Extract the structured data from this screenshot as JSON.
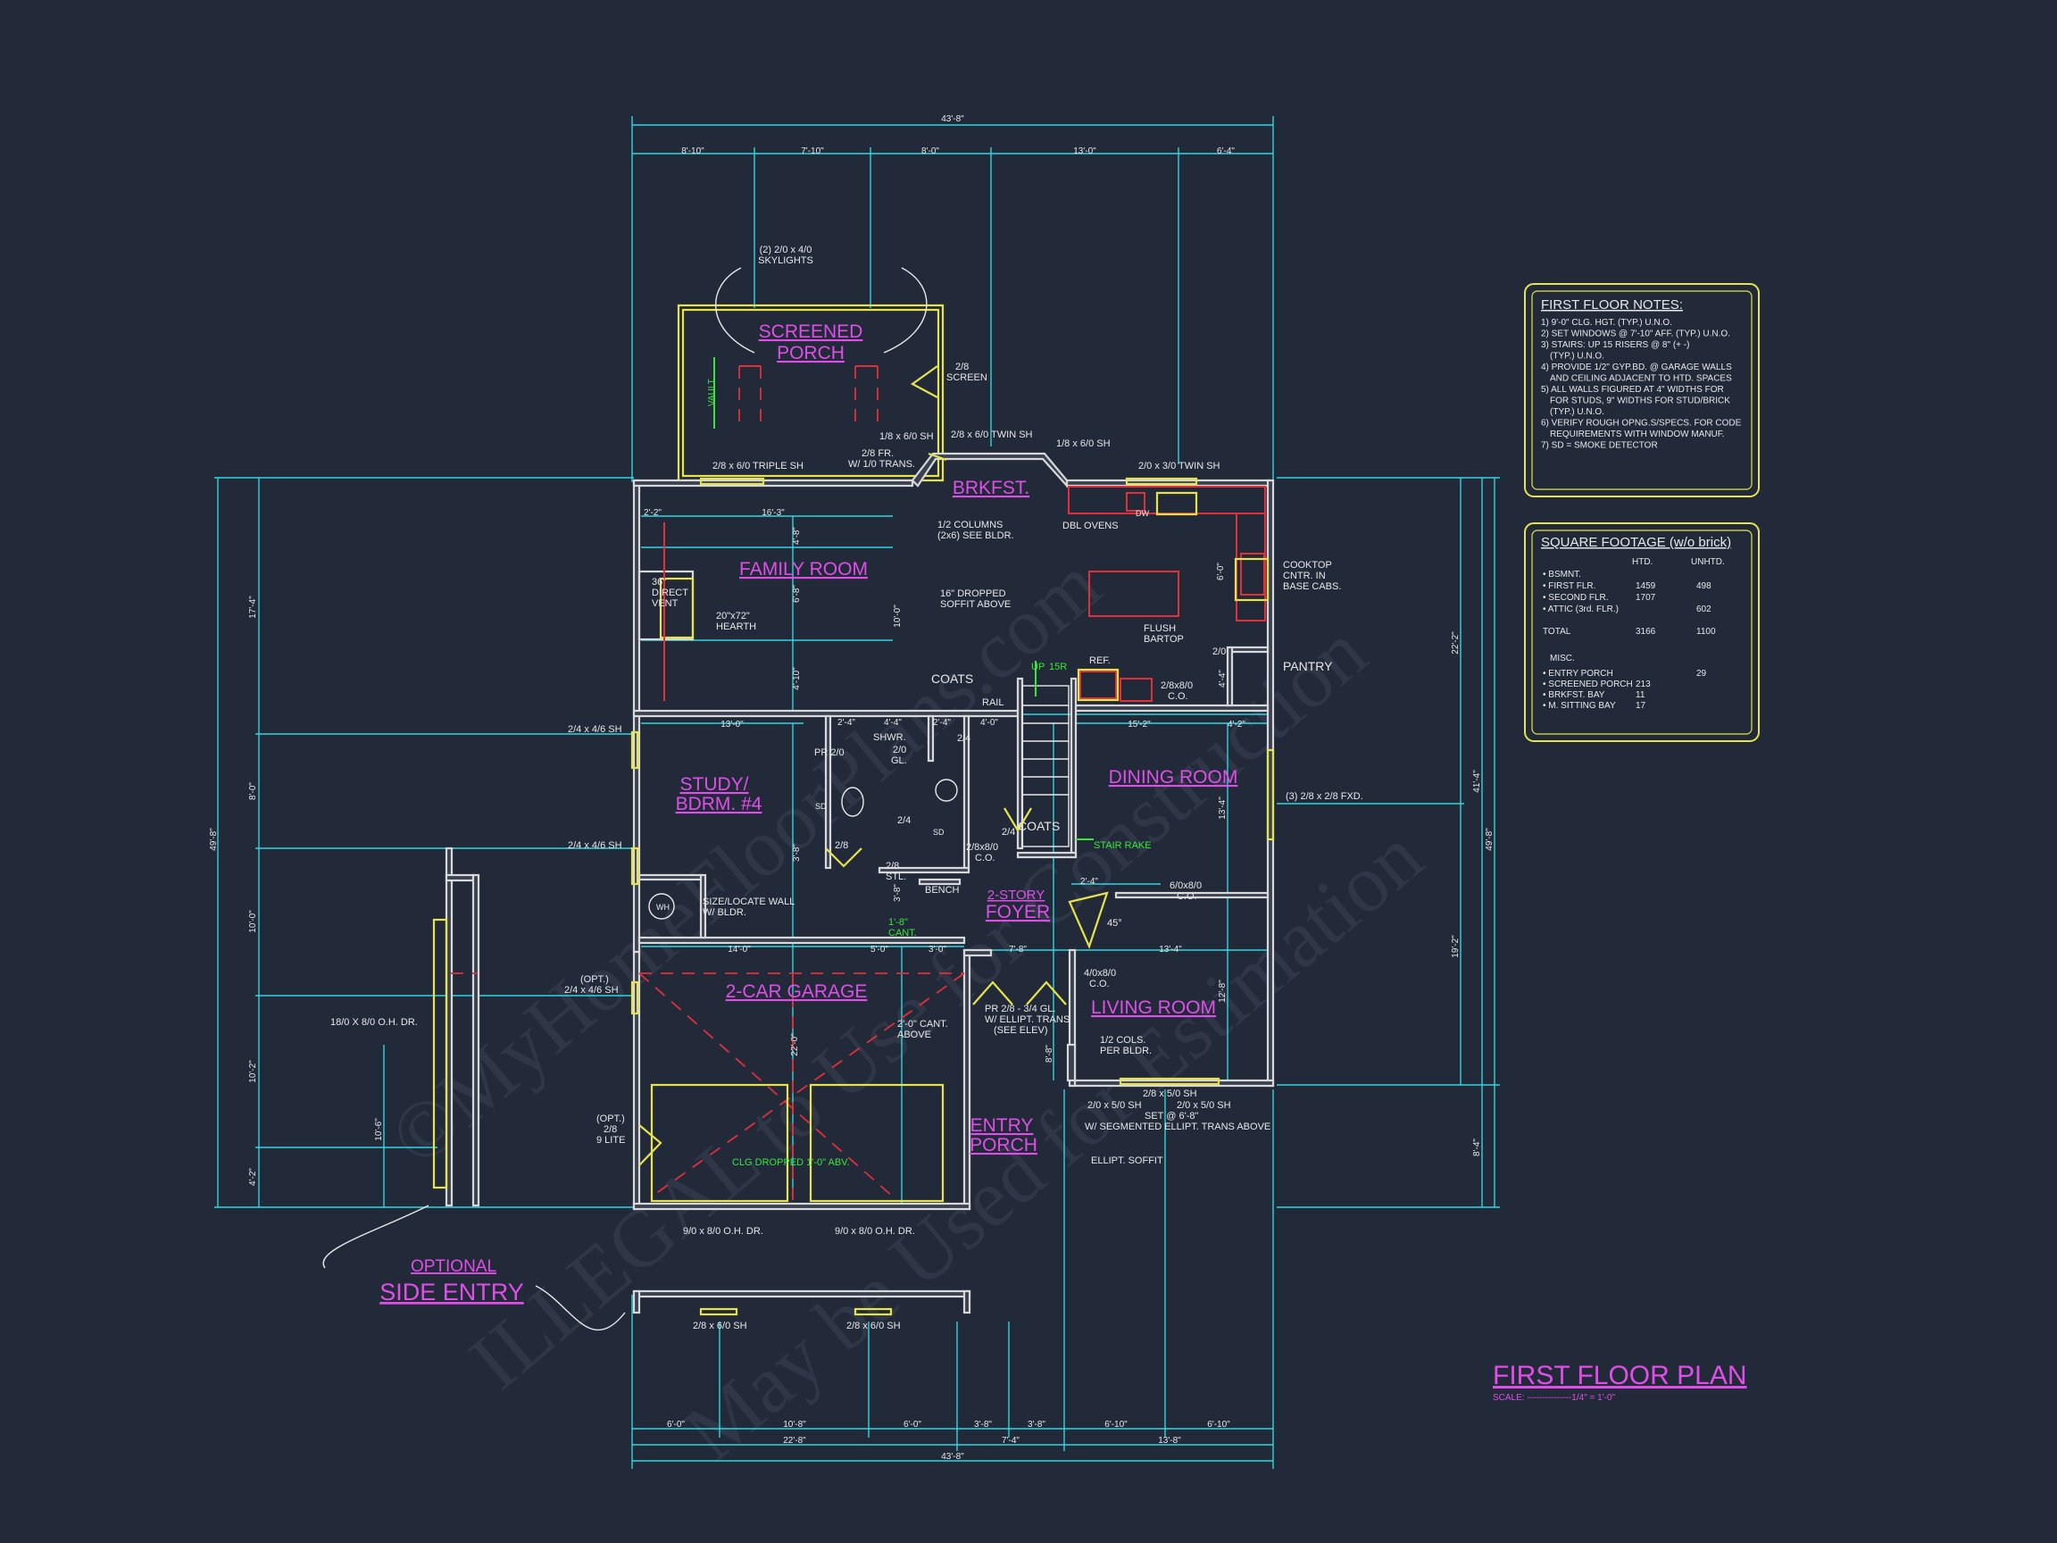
{
  "watermark": {
    "line1": "©MyHomeFloorPlans.com",
    "line2": "ILLEGAL to Use for Construction",
    "line3": "May be Used for Estimation"
  },
  "rooms": {
    "screened_porch": [
      "SCREENED",
      "PORCH"
    ],
    "brkfst": "BRKFST.",
    "family_room": "FAMILY ROOM",
    "study": [
      "STUDY/",
      "BDRM. #4"
    ],
    "dining_room": "DINING ROOM",
    "foyer": [
      "2-STORY",
      "FOYER"
    ],
    "garage": "2-CAR GARAGE",
    "living_room": "LIVING ROOM",
    "entry_porch": [
      "ENTRY",
      "PORCH"
    ],
    "optional": "OPTIONAL",
    "side_entry": "SIDE ENTRY",
    "coats_1": "COATS",
    "coats_2": "COATS",
    "pantry": "PANTRY"
  },
  "labels": {
    "skylights": [
      "(2) 2/0 x 4/0",
      "SKYLIGHTS"
    ],
    "screen": [
      "2/8",
      "SCREEN"
    ],
    "triple_sh": "2/8 x 6/0 TRIPLE SH",
    "fr_trans": [
      "2/8 FR.",
      "W/ 1/0 TRANS."
    ],
    "sh_18": "1/8 x 6/0 SH",
    "twin_sh_28": "2/8 x 6/0 TWIN SH",
    "sh_18b": "1/8 x 6/0 SH",
    "twin_sh_20": "2/0 x 3/0 TWIN SH",
    "columns": [
      "1/2 COLUMNS",
      "(2x6) SEE BLDR."
    ],
    "dbl_ovens": "DBL OVENS",
    "dw": "DW",
    "cooktop": [
      "COOKTOP",
      "CNTR. IN",
      "BASE CABS."
    ],
    "vent": [
      "36\"",
      "DIRECT",
      "VENT"
    ],
    "hearth": [
      "20\"x72\"",
      "HEARTH"
    ],
    "soffit": [
      "16\" DROPPED",
      "SOFFIT ABOVE"
    ],
    "bartop": [
      "FLUSH",
      "BARTOP"
    ],
    "pantry_door": "2/0",
    "ref": "REF.",
    "co_28": [
      "2/8x8/0",
      "C.O."
    ],
    "up": "UP",
    "risers": "15R",
    "rail": "RAIL",
    "pr_20": "PR 2/0",
    "shwr": "SHWR.",
    "gl": [
      "2/0",
      "GL."
    ],
    "d24a": "2/4",
    "d24b": "2/4",
    "d24c": "2/4",
    "d28": "2/8",
    "sd1": "SD",
    "sd2": "SD",
    "stl": [
      "2/8",
      "STL."
    ],
    "co_28b": [
      "2/8x8/0",
      "C.O."
    ],
    "stair_rake": "STAIR RAKE",
    "fxd": "(3) 2/8 x 2/8 FXD.",
    "sh_24a": "2/4 x 4/6 SH",
    "sh_24b": "2/4 x 4/6 SH",
    "sh_24c": [
      "(OPT.)",
      "2/4 x 4/6 SH"
    ],
    "wh": "WH",
    "size_wall": [
      "SIZE/LOCATE WALL",
      "W/ BLDR."
    ],
    "bench": "BENCH",
    "cant": [
      "1'-8\"",
      "CANT."
    ],
    "co_60": [
      "6/0x8/0",
      "C.O."
    ],
    "angle": "45°",
    "co_40": [
      "4/0x8/0",
      "C.O."
    ],
    "pr_ellipt": [
      "PR 2/8 - 3/4 GL.",
      "W/ ELLIPT. TRANS",
      "(SEE ELEV)"
    ],
    "cant_above": [
      "2'-0\" CANT.",
      "ABOVE"
    ],
    "cols": [
      "1/2 COLS.",
      "PER BLDR."
    ],
    "sh_28": "2/8 x 5/0 SH",
    "sh_20a": "2/0 x 5/0 SH",
    "sh_20b": "2/0 x 5/0 SH",
    "set_at": "SET @ 6'-8\"",
    "seg_ellipt": "W/ SEGMENTED ELLIPT. TRANS ABOVE",
    "ellipt_soffit": "ELLIPT. SOFFIT",
    "clg_dropped": "CLG DROPPED 1'-0\" ABV.",
    "opt_lite": [
      "(OPT.)",
      "2/8",
      "9 LITE"
    ],
    "door_910a": "9/0 x 8/0 O.H. DR.",
    "door_910b": "9/0 x 8/0 O.H. DR.",
    "door_1810": "18/0 X 8/0 O.H. DR.",
    "sh_bot_a": "2/8 x 6/0 SH",
    "sh_bot_b": "2/8 x 6/0 SH",
    "vault": "VAULT"
  },
  "dims_top": {
    "overall": "43'-8\"",
    "segments": [
      "8'-10\"",
      "7'-10\"",
      "8'-0\"",
      "13'-0\"",
      "6'-4\""
    ]
  },
  "dims_bottom": {
    "segments": [
      "6'-0\"",
      "10'-8\"",
      "6'-0\"",
      "3'-8\"",
      "3'-8\"",
      "6'-10\"",
      "6'-10\""
    ],
    "sub": [
      "22'-8\"",
      "7'-4\"",
      "13'-8\""
    ],
    "overall": "43'-8\""
  },
  "dims_left": {
    "overall": "49'-8\"",
    "segments": [
      "17'-4\"",
      "8'-0\"",
      "10'-0\"",
      "10'-2\"",
      "4'-2\""
    ],
    "side": "10'-6\""
  },
  "dims_right": {
    "a": "22'-2\"",
    "b": "41'-4\"",
    "c": "49'-8\"",
    "d": "19'-2\"",
    "e": "8'-4\""
  },
  "dims_interior": {
    "fam_w": "16'-3\"",
    "fam_l": "2'-2\"",
    "study_w": "13'-0\"",
    "gar_w": "14'-0\"",
    "gar_5": "5'-0\"",
    "gar_3": "3'-0\"",
    "foy_w": "7'-8\"",
    "din_w": "15'-2\"",
    "din_4": "4'-2\"",
    "liv_w": "13'-4\"",
    "liv_2": "2'-4\"",
    "k_4": "4'-0\"",
    "b_4a": "2'-4\"",
    "b_4b": "4'-4\"",
    "b_4c": "2'-4\"",
    "v_a": "4'-8\"",
    "v_b": "6'-8\"",
    "v_c": "4'-10\"",
    "v_d": "13'-4\"",
    "v_e": "12'-8\"",
    "v_f": "3'-8\"",
    "v_g": "22'-0\"",
    "v_h": "3'-8\"",
    "v_i": "6'-0\"",
    "v_j": "8'-8\"",
    "v_k": "10'-0\"",
    "v_l": "4'-4\""
  },
  "notes_panel": {
    "title": "FIRST FLOOR NOTES:",
    "lines": [
      "1) 9'-0\" CLG. HGT. (TYP.) U.N.O.",
      "2) SET WINDOWS @ 7'-10\" AFF. (TYP.) U.N.O.",
      "3) STAIRS: UP 15 RISERS @ 8\" (+ -)",
      "(TYP.) U.N.O.",
      "4) PROVIDE 1/2\" GYP.BD. @ GARAGE WALLS",
      "AND CEILING ADJACENT TO HTD. SPACES",
      "5) ALL WALLS FIGURED AT 4\" WIDTHS FOR",
      "FOR STUDS, 9\" WIDTHS FOR STUD/BRICK",
      "(TYP.) U.N.O.",
      "6) VERIFY ROUGH OPNG.S/SPECS. FOR CODE",
      "REQUIREMENTS WITH WINDOW MANUF.",
      "7) SD = SMOKE DETECTOR"
    ]
  },
  "sqft_panel": {
    "title": "SQUARE FOOTAGE (w/o brick)",
    "col_htd": "HTD.",
    "col_unhtd": "UNHTD.",
    "rows": [
      {
        "label": "• BSMNT.",
        "htd": "",
        "unhtd": ""
      },
      {
        "label": "• FIRST FLR.",
        "htd": "1459",
        "unhtd": "498"
      },
      {
        "label": "• SECOND FLR.",
        "htd": "1707",
        "unhtd": ""
      },
      {
        "label": "• ATTIC (3rd. FLR.)",
        "htd": "",
        "unhtd": "602"
      },
      {
        "label": "TOTAL",
        "htd": "3166",
        "unhtd": "1100"
      }
    ],
    "misc_title": "MISC.",
    "misc": [
      {
        "label": "• ENTRY PORCH",
        "htd": "",
        "unhtd": "29"
      },
      {
        "label": "• SCREENED PORCH",
        "htd": "213",
        "unhtd": ""
      },
      {
        "label": "• BRKFST. BAY",
        "htd": "11",
        "unhtd": ""
      },
      {
        "label": "• M. SITTING BAY",
        "htd": "17",
        "unhtd": ""
      }
    ]
  },
  "title_block": {
    "title": "FIRST FLOOR PLAN",
    "scale": "SCALE: ---------------1/4\" = 1'-0\""
  }
}
